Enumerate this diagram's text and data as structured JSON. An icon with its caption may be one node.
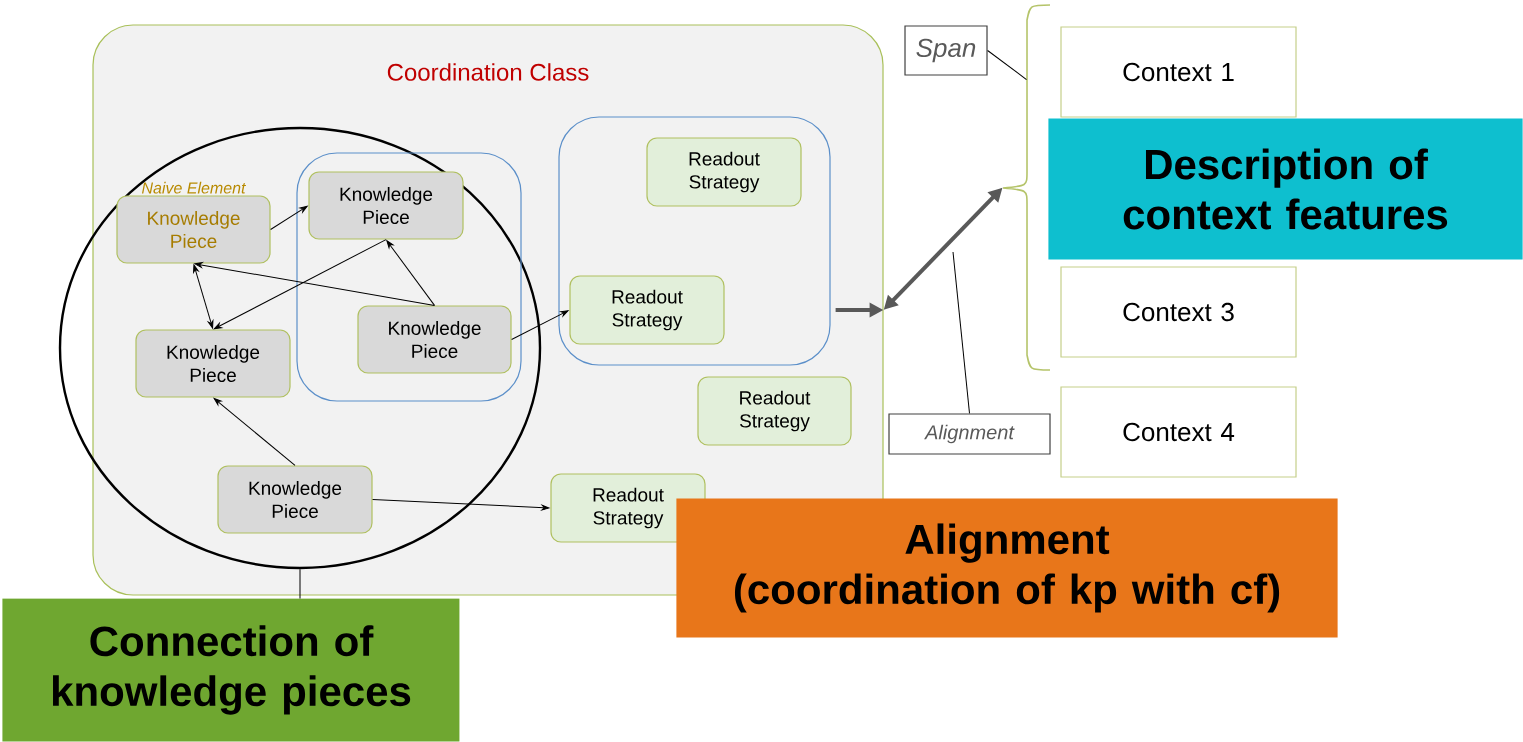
{
  "diagram": {
    "nodes": [
      {
        "text": [
          "Coordination Class"
        ]
      },
      {
        "text": [],
        "shape": "circle"
      },
      {
        "text": [],
        "shape": "box",
        "in": 1
      },
      {
        "text": [],
        "shape": "box",
        "in": 0
      },
      {
        "text": [
          "Knowledge Piece"
        ],
        "beside": [
          "Naive Element"
        ],
        "in": 1
      },
      {
        "text": [
          "Knowledge Piece"
        ],
        "in": 2
      },
      {
        "text": [
          "Knowledge Piece"
        ],
        "in": 1
      },
      {
        "text": [
          "Knowledge Piece"
        ],
        "in": 2
      },
      {
        "text": [
          "Knowledge Piece"
        ],
        "in": 1
      },
      {
        "text": [
          "Readout Strategy"
        ],
        "in": 3
      },
      {
        "text": [
          "Readout Strategy"
        ],
        "in": 3
      },
      {
        "text": [
          "Readout Strategy"
        ],
        "in": 0
      },
      {
        "text": [
          "Readout Strategy"
        ],
        "in": 0
      },
      {
        "text": [
          "Span"
        ]
      },
      {
        "text": [
          "Context 1"
        ]
      },
      {
        "text": [],
        "shape": "brace"
      },
      {
        "text": [
          "Description of context features"
        ]
      },
      {
        "text": [
          "Context 3"
        ]
      },
      {
        "text": [
          "Alignment"
        ]
      },
      {
        "text": [
          "Context 4"
        ]
      },
      {
        "text": [
          "Alignment (coordination of kp with cf)"
        ]
      },
      {
        "text": [
          "Connection of knowledge pieces"
        ]
      }
    ],
    "edges": [
      {
        "from": 4,
        "to": 5,
        "arrow": "to"
      },
      {
        "from": 7,
        "to": 4,
        "arrow": "to"
      },
      {
        "from": 7,
        "to": 5,
        "arrow": "to"
      },
      {
        "from": 4,
        "to": 6,
        "arrow": "both"
      },
      {
        "from": 5,
        "to": 6,
        "arrow": "to"
      },
      {
        "from": 8,
        "to": 6,
        "arrow": "to"
      },
      {
        "from": 7,
        "to": 10,
        "arrow": "to"
      },
      {
        "from": 8,
        "to": 12,
        "arrow": "to"
      },
      {
        "from": 3,
        "to": 0,
        "arrow": "to",
        "style": "thick",
        "color": "#595959"
      },
      {
        "from": 0,
        "to": 15,
        "arrow": "both",
        "style": "thick",
        "color": "#595959"
      },
      {
        "from": 13,
        "to": 15,
        "arrow": "none"
      },
      {
        "from": 18,
        "to": null,
        "arrow": "none"
      },
      {
        "from": 1,
        "to": 21,
        "arrow": "none"
      }
    ]
  }
}
